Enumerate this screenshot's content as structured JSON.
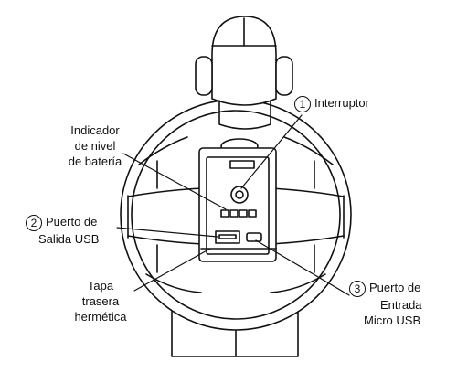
{
  "callouts": {
    "interruptor": {
      "number": "1",
      "label": "Interruptor"
    },
    "indicador": {
      "lines": [
        "Indicador",
        "de nivel",
        "de batería"
      ]
    },
    "puerto_salida": {
      "number": "2",
      "lines": [
        "Puerto de",
        "Salida USB"
      ]
    },
    "tapa": {
      "lines": [
        "Tapa",
        "trasera",
        "hermética"
      ]
    },
    "puerto_entrada": {
      "number": "3",
      "lines": [
        "Puerto de",
        "Entrada",
        "Micro USB"
      ]
    }
  }
}
